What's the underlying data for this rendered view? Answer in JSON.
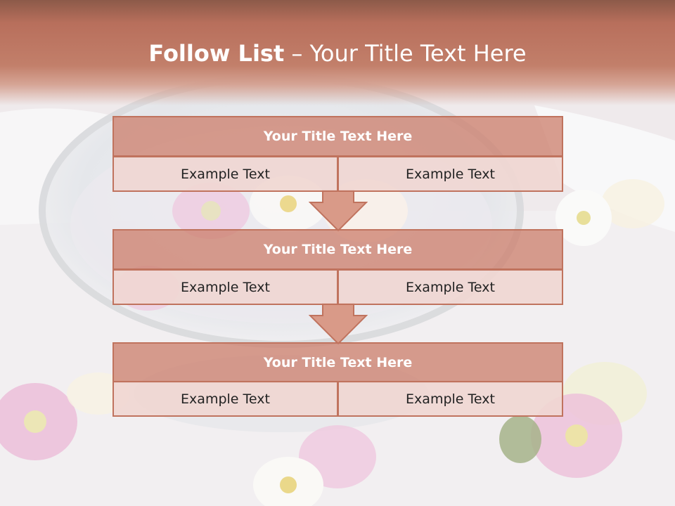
{
  "slide": {
    "title_bold": "Follow List",
    "title_rest": " – Your Title Text Here"
  },
  "blocks": [
    {
      "title": "Your Title Text Here",
      "left_text": "Example Text",
      "right_text": "Example Text"
    },
    {
      "title": "Your Title Text Here",
      "left_text": "Example Text",
      "right_text": "Example Text"
    },
    {
      "title": "Your Title Text Here",
      "left_text": "Example Text",
      "right_text": "Example Text"
    }
  ],
  "colors": {
    "header": "#c27f6a",
    "box_border": "#c0735e",
    "box_title_fill": "#cd8270",
    "box_cell_fill": "#f0d6d2",
    "arrow_fill": "#d99a88"
  }
}
